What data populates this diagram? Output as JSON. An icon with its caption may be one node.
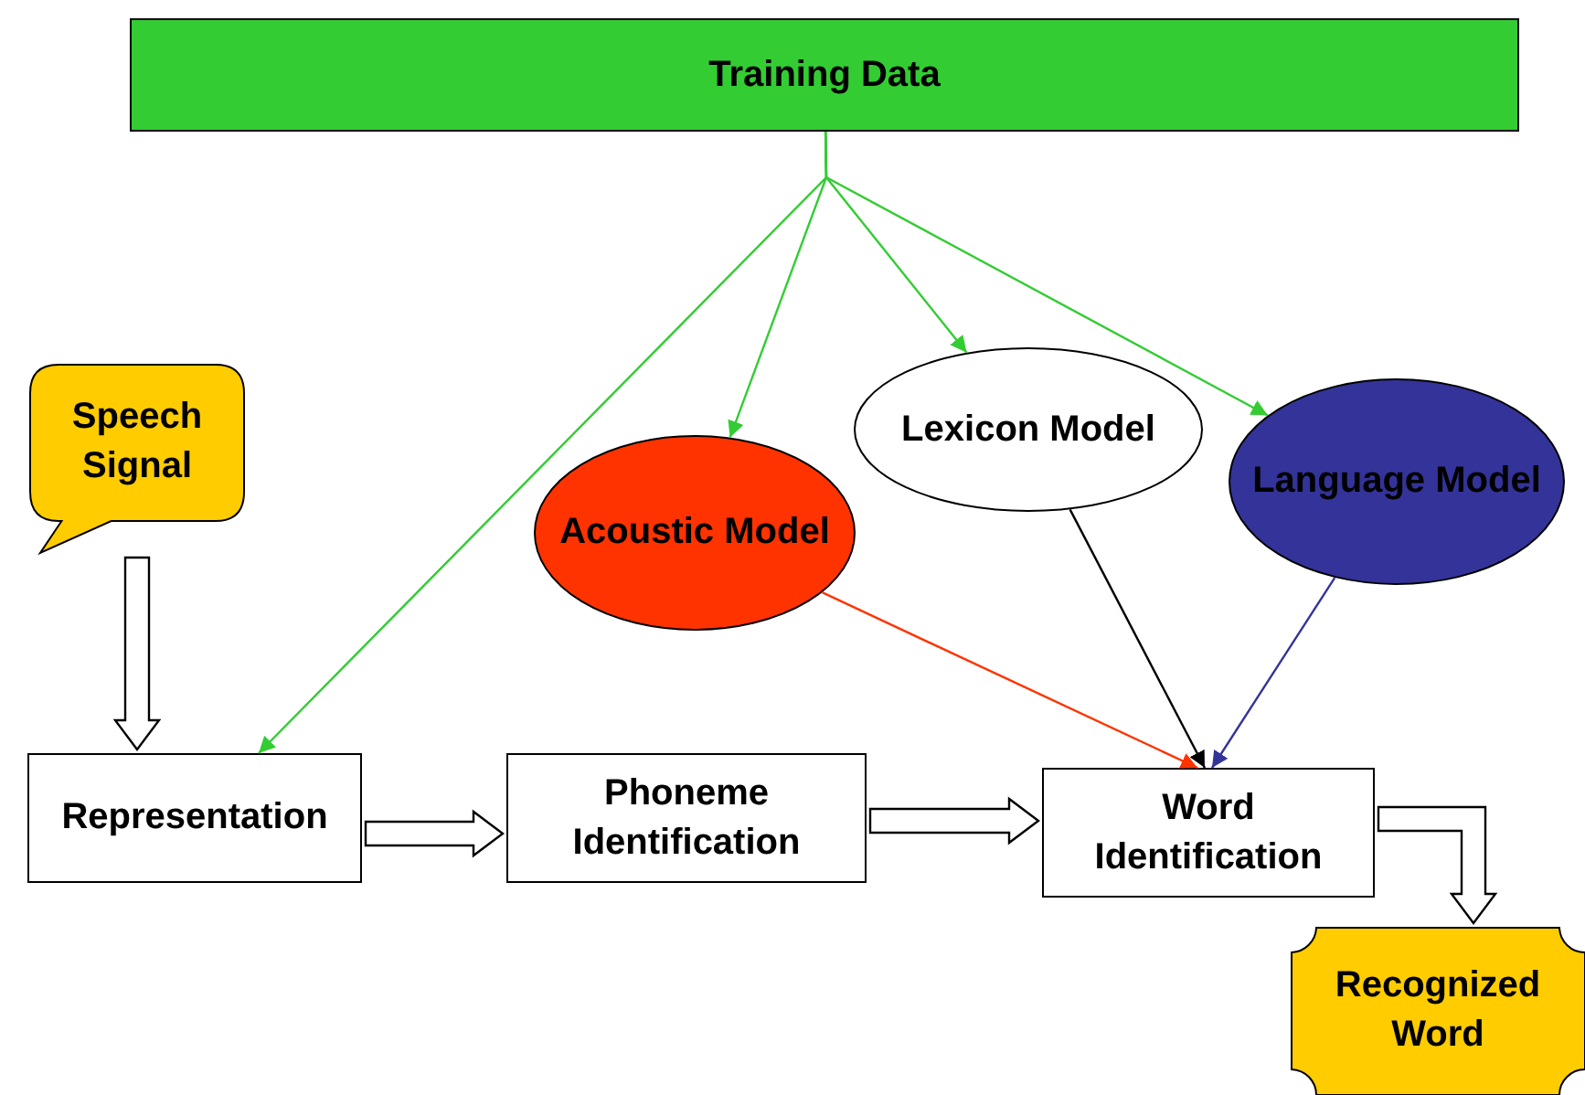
{
  "diagram": {
    "nodes": [
      {
        "text": [
          "Training Data"
        ]
      },
      {
        "text": [
          "Speech Signal"
        ]
      },
      {
        "text": [
          "Acoustic Model"
        ]
      },
      {
        "text": [
          "Lexicon Model"
        ]
      },
      {
        "text": [
          "Language Model"
        ]
      },
      {
        "text": [
          "Representation"
        ]
      },
      {
        "text": [
          "Phoneme Identification"
        ]
      },
      {
        "text": [
          "Word Identification"
        ]
      },
      {
        "text": [
          "Recognized Word"
        ]
      }
    ],
    "edges": [
      {
        "from": 0,
        "to": 5,
        "arrow": "to",
        "color": "#33cc33"
      },
      {
        "from": 0,
        "to": 2,
        "arrow": "to",
        "color": "#33cc33"
      },
      {
        "from": 0,
        "to": 3,
        "arrow": "to",
        "color": "#33cc33"
      },
      {
        "from": 0,
        "to": 4,
        "arrow": "to",
        "color": "#33cc33"
      },
      {
        "from": 1,
        "to": 5,
        "arrow": "to",
        "style": "thick"
      },
      {
        "from": 5,
        "to": 6,
        "arrow": "to",
        "style": "thick"
      },
      {
        "from": 6,
        "to": 7,
        "arrow": "to",
        "style": "thick"
      },
      {
        "from": 7,
        "to": 8,
        "arrow": "to",
        "style": "thick"
      },
      {
        "from": 2,
        "to": 7,
        "arrow": "to",
        "color": "#ff3300"
      },
      {
        "from": 3,
        "to": 7,
        "arrow": "to",
        "color": "#000000"
      },
      {
        "from": 4,
        "to": 7,
        "arrow": "to",
        "color": "#333399"
      }
    ]
  }
}
